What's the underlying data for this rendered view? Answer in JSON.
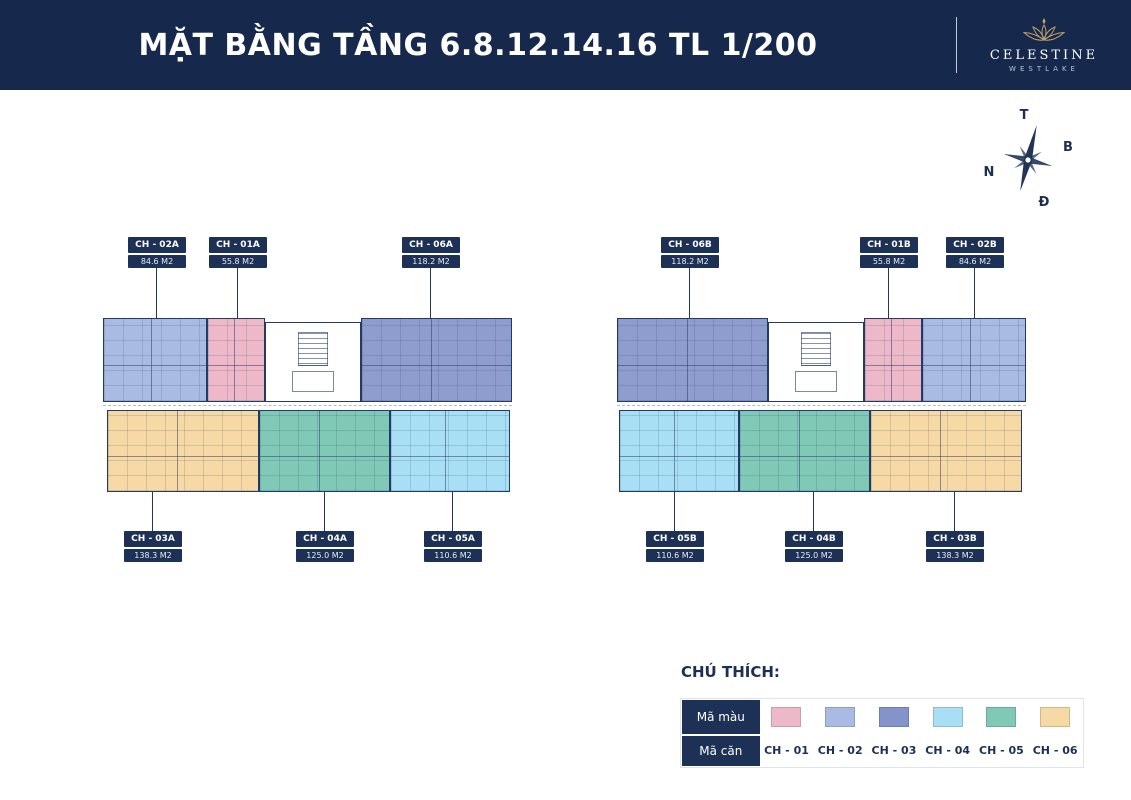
{
  "header": {
    "title": "MẶT BẰNG TẦNG 6.8.12.14.16 TL 1/200",
    "brand": {
      "name": "CELESTINE",
      "sub": "WESTLAKE"
    }
  },
  "compass": {
    "top": "T",
    "right": "B",
    "left": "N",
    "bottom": "Đ"
  },
  "blocks": [
    {
      "id": "A",
      "top_labels": [
        {
          "code": "CH - 02A",
          "area": "84.6 M2"
        },
        {
          "code": "CH - 01A",
          "area": "55.8 M2"
        },
        {
          "code": "CH - 06A",
          "area": "118.2 M2"
        }
      ],
      "bottom_labels": [
        {
          "code": "CH - 03A",
          "area": "138.3 M2"
        },
        {
          "code": "CH - 04A",
          "area": "125.0 M2"
        },
        {
          "code": "CH - 05A",
          "area": "110.6 M2"
        }
      ]
    },
    {
      "id": "B",
      "top_labels": [
        {
          "code": "CH - 06B",
          "area": "118.2 M2"
        },
        {
          "code": "CH - 01B",
          "area": "55.8 M2"
        },
        {
          "code": "CH - 02B",
          "area": "84.6 M2"
        }
      ],
      "bottom_labels": [
        {
          "code": "CH - 05B",
          "area": "110.6 M2"
        },
        {
          "code": "CH - 04B",
          "area": "125.0 M2"
        },
        {
          "code": "CH - 03B",
          "area": "138.3 M2"
        }
      ]
    }
  ],
  "legend": {
    "title": "CHÚ THÍCH:",
    "color_row_header": "Mã màu",
    "unit_row_header": "Mã căn",
    "units": [
      "CH - 01",
      "CH - 02",
      "CH - 03",
      "CH - 04",
      "CH - 05",
      "CH - 06"
    ],
    "swatches": [
      "#edb9c8",
      "#a9bbe2",
      "#8494cb",
      "#a8dff5",
      "#7fc9b6",
      "#f6d9a4"
    ]
  },
  "plan_colors": {
    "ch01": "#edb9c8",
    "ch02": "#a9bbe2",
    "ch03": "#f6d9a4",
    "ch04": "#7fc9b6",
    "ch05": "#a8dff5",
    "ch06": "#8e9cce"
  },
  "colors": {
    "header_bg": "#16294d",
    "label_bg": "#1d3055",
    "ink": "#1c2f55",
    "gold": "#bfa06a"
  }
}
